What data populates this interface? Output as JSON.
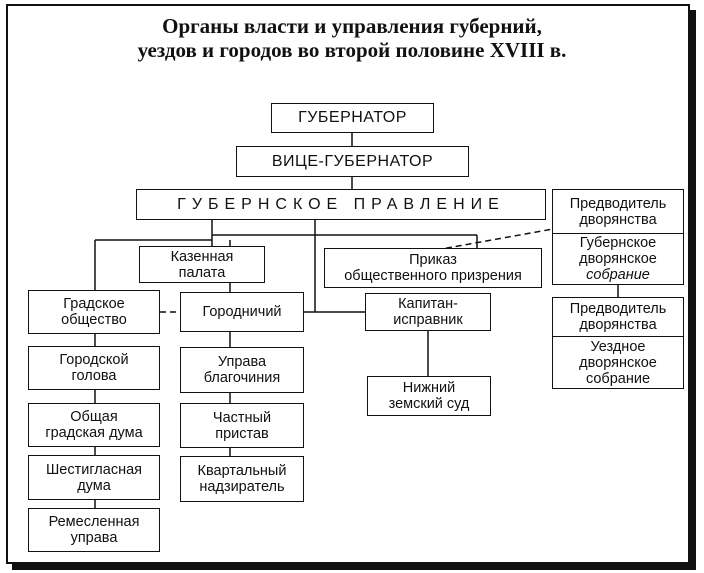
{
  "title": {
    "line1": "Органы власти и управления губерний,",
    "line2": "уездов и городов во второй половине XVIII в."
  },
  "nodes": {
    "governor": "ГУБЕРНАТОР",
    "vice_governor": "ВИЦЕ-ГУБЕРНАТОР",
    "provincial_board": "ГУБЕРНСКОЕ ПРАВЛЕНИЕ",
    "treasury": [
      "Казенная",
      "палата"
    ],
    "public_charity": [
      "Приказ",
      "общественного призрения"
    ],
    "city_society": [
      "Градское",
      "общество"
    ],
    "mayor_gorodnichiy": "Городничий",
    "kapitan": [
      "Капитан-",
      "исправник"
    ],
    "city_head": [
      "Городской",
      "голова"
    ],
    "general_duma": [
      "Общая",
      "градская дума"
    ],
    "six_vote_duma": [
      "Шестигласная",
      "дума"
    ],
    "craft_board": [
      "Ремесленная",
      "управа"
    ],
    "deanery_board": [
      "Управа",
      "благочиния"
    ],
    "private_bailiff": [
      "Частный",
      "пристав"
    ],
    "quarter_overseer": [
      "Квартальный",
      "надзиратель"
    ],
    "lower_court": [
      "Нижний",
      "земский суд"
    ],
    "prov_marshal": [
      "Предводитель",
      "дворянства"
    ],
    "prov_assembly": [
      "Губернское",
      "дворянское",
      "собрание"
    ],
    "district_marshal": [
      "Предводитель",
      "дворянства"
    ],
    "district_assembly": [
      "Уездное",
      "дворянское",
      "собрание"
    ]
  }
}
